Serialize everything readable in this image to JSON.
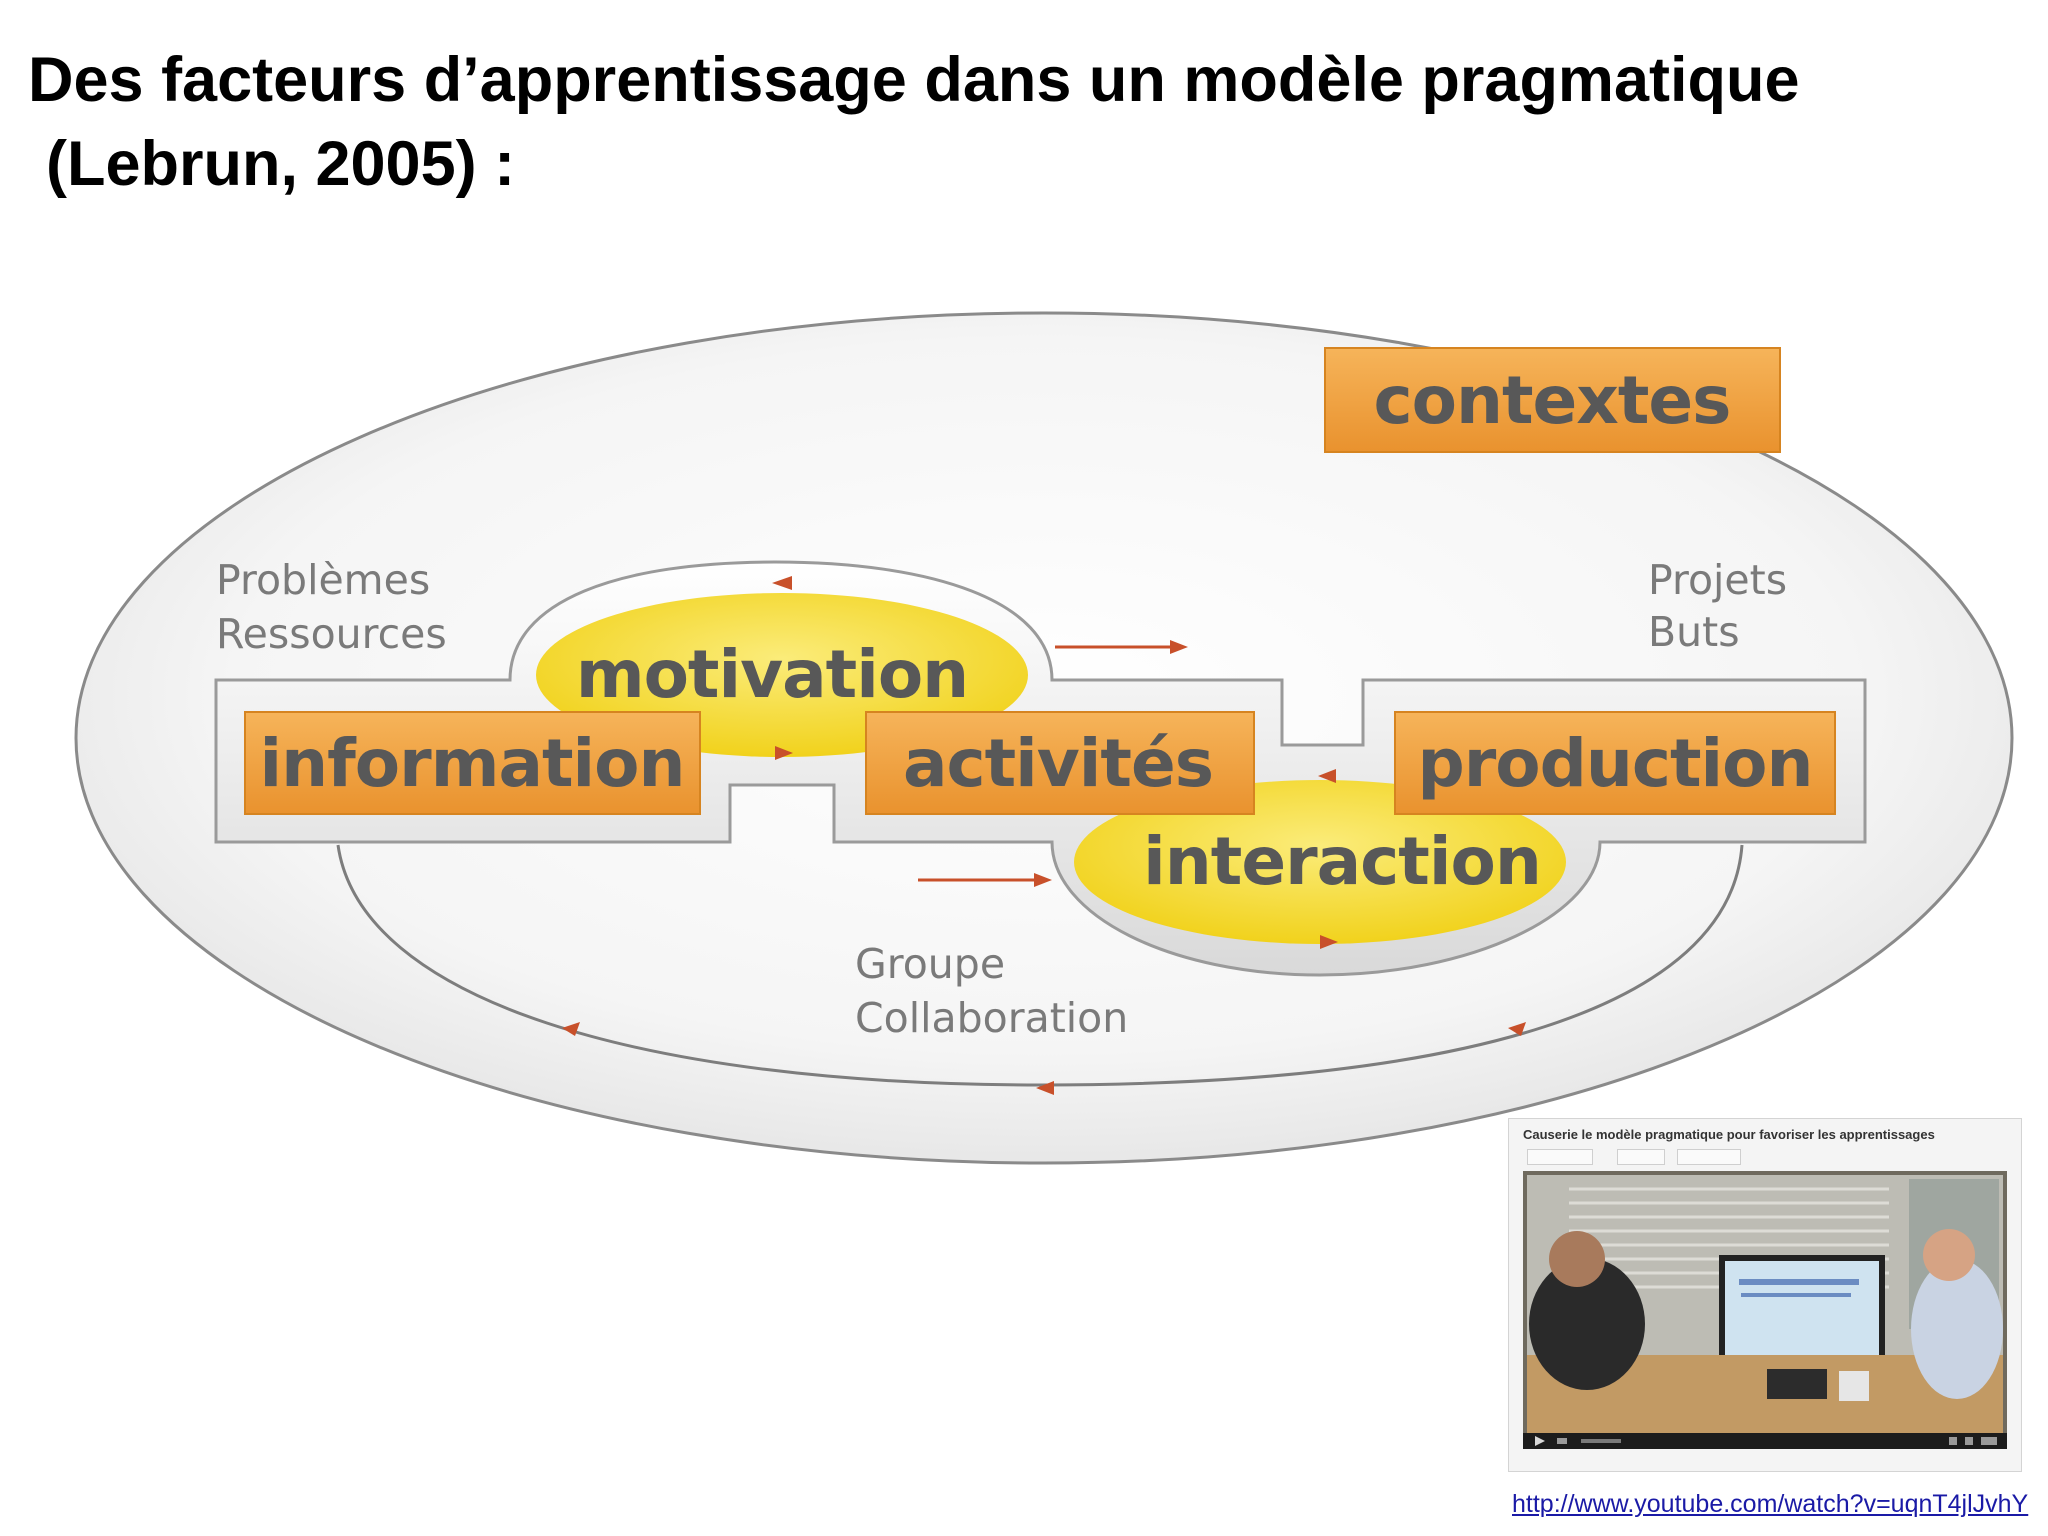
{
  "title": {
    "line1": "Des facteurs d’apprentissage dans un modèle pragmatique",
    "line2": "(Lebrun, 2005) :"
  },
  "diagram": {
    "boxes": {
      "contextes": "contextes",
      "information": "information",
      "activites": "activités",
      "production": "production"
    },
    "ovals": {
      "motivation": "motivation",
      "interaction": "interaction"
    },
    "notes": {
      "problemes": "Problèmes",
      "ressources": "Ressources",
      "projets": "Projets",
      "buts": "Buts",
      "groupe": "Groupe",
      "collaboration": "Collaboration"
    },
    "colors": {
      "box_fill": "#f0a03a",
      "oval_fill": "#f5dc2c",
      "arrow": "#c8502a",
      "outline": "#8a8a8a"
    }
  },
  "video": {
    "title": "Causerie le modèle pragmatique pour favoriser les apprentissages",
    "url": "http://www.youtube.com/watch?v=uqnT4jlJvhY"
  }
}
